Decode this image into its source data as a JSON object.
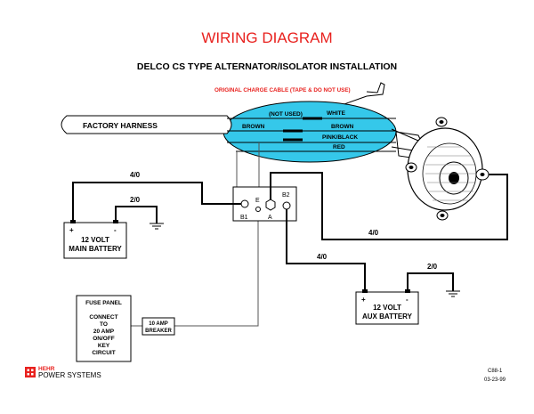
{
  "title": "WIRING DIAGRAM",
  "subtitle": "DELCO CS TYPE ALTERNATOR/ISOLATOR INSTALLATION",
  "original_cable_note": "ORIGINAL CHARGE CABLE (TAPE & DO NOT USE)",
  "factory_harness": "FACTORY HARNESS",
  "harness_wires": {
    "not_used": "(NOT USED)",
    "white": "WHITE",
    "brown_left": "BROWN",
    "brown_right": "BROWN",
    "pink_black": "PINK/BLACK",
    "red": "RED"
  },
  "isolator_terminals": {
    "b1": "B1",
    "e": "E",
    "a": "A",
    "b2": "B2"
  },
  "wire_gauges": {
    "main_positive": "4/0",
    "main_ground": "2/0",
    "alternator": "4/0",
    "aux_positive": "4/0",
    "aux_ground": "2/0"
  },
  "main_battery": {
    "plus": "+",
    "minus": "-",
    "line1": "12 VOLT",
    "line2": "MAIN BATTERY"
  },
  "aux_battery": {
    "plus": "+",
    "minus": "-",
    "line1": "12 VOLT",
    "line2": "AUX BATTERY"
  },
  "fuse_panel": {
    "title": "FUSE PANEL",
    "lines": [
      "CONNECT",
      "TO",
      "20 AMP",
      "ON/OFF",
      "KEY",
      "CIRCUIT"
    ]
  },
  "breaker": {
    "line1": "10 AMP",
    "line2": "BREAKER"
  },
  "brand": {
    "line1": "HEHR",
    "line2": "POWER SYSTEMS"
  },
  "doc_code": "C88-1",
  "doc_date": "03-23-99",
  "colors": {
    "title": "#e8211e",
    "note": "#e8211e",
    "ellipse": "#35c8ea",
    "brand": "#e8211e"
  }
}
